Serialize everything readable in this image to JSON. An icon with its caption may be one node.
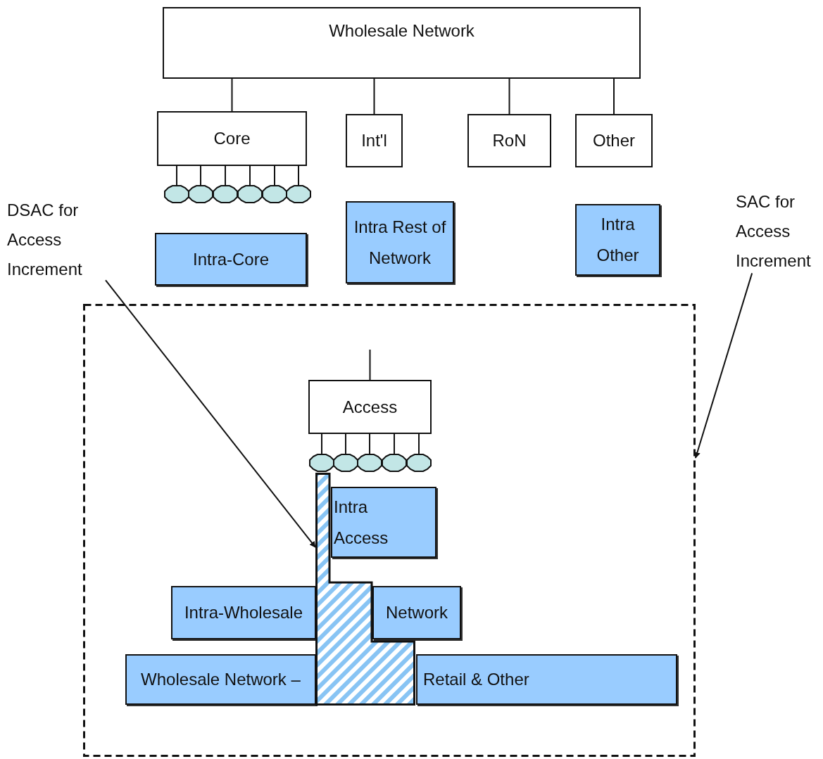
{
  "diagram": {
    "nodes": [
      {
        "text": [
          "Wholesale Network"
        ]
      },
      {
        "text": [
          "Core"
        ]
      },
      {
        "text": [
          "Int'l"
        ]
      },
      {
        "text": [
          "RoN"
        ]
      },
      {
        "text": [
          "Other"
        ]
      },
      {
        "text": [],
        "shape": "ellipse"
      },
      {
        "text": [],
        "shape": "ellipse"
      },
      {
        "text": [],
        "shape": "ellipse"
      },
      {
        "text": [],
        "shape": "ellipse"
      },
      {
        "text": [],
        "shape": "ellipse"
      },
      {
        "text": [],
        "shape": "ellipse"
      },
      {
        "text": [
          "Intra-Core"
        ]
      },
      {
        "text": [
          "Intra Rest of Network"
        ]
      },
      {
        "text": [
          "Intra Other"
        ]
      },
      {
        "text": [
          "DSAC for Access Increment"
        ]
      },
      {
        "text": [
          "SAC for Access Increment"
        ]
      },
      {
        "text": [],
        "shape": "box"
      },
      {
        "text": [
          "Access"
        ],
        "in": 16
      },
      {
        "text": [],
        "shape": "ellipse",
        "in": 16
      },
      {
        "text": [],
        "shape": "ellipse",
        "in": 16
      },
      {
        "text": [],
        "shape": "ellipse",
        "in": 16
      },
      {
        "text": [],
        "shape": "ellipse",
        "in": 16
      },
      {
        "text": [],
        "shape": "ellipse",
        "in": 16
      },
      {
        "text": [
          "Intra Access"
        ],
        "in": 16
      },
      {
        "text": [
          "Intra-Wholesale"
        ],
        "in": 16
      },
      {
        "text": [
          "Network"
        ],
        "in": 16
      },
      {
        "text": [
          "Wholesale Network –"
        ],
        "in": 16
      },
      {
        "text": [
          "Retail & Other"
        ],
        "in": 16
      },
      {
        "text": [],
        "shape": "box",
        "in": 16
      }
    ],
    "edges": [
      {
        "from": 0,
        "to": 1,
        "arrow": "none"
      },
      {
        "from": 0,
        "to": 2,
        "arrow": "none"
      },
      {
        "from": 0,
        "to": 3,
        "arrow": "none"
      },
      {
        "from": 0,
        "to": 4,
        "arrow": "none"
      },
      {
        "from": 1,
        "to": 5,
        "arrow": "none"
      },
      {
        "from": 1,
        "to": 6,
        "arrow": "none"
      },
      {
        "from": 1,
        "to": 7,
        "arrow": "none"
      },
      {
        "from": 1,
        "to": 8,
        "arrow": "none"
      },
      {
        "from": 1,
        "to": 9,
        "arrow": "none"
      },
      {
        "from": 1,
        "to": 10,
        "arrow": "none"
      },
      {
        "from": null,
        "to": 17,
        "arrow": "none"
      },
      {
        "from": 17,
        "to": 18,
        "arrow": "none"
      },
      {
        "from": 17,
        "to": 19,
        "arrow": "none"
      },
      {
        "from": 17,
        "to": 20,
        "arrow": "none"
      },
      {
        "from": 17,
        "to": 21,
        "arrow": "none"
      },
      {
        "from": 17,
        "to": 22,
        "arrow": "none"
      },
      {
        "from": 14,
        "to": 28,
        "arrow": "to"
      },
      {
        "from": 15,
        "to": 16,
        "arrow": "to"
      }
    ]
  }
}
